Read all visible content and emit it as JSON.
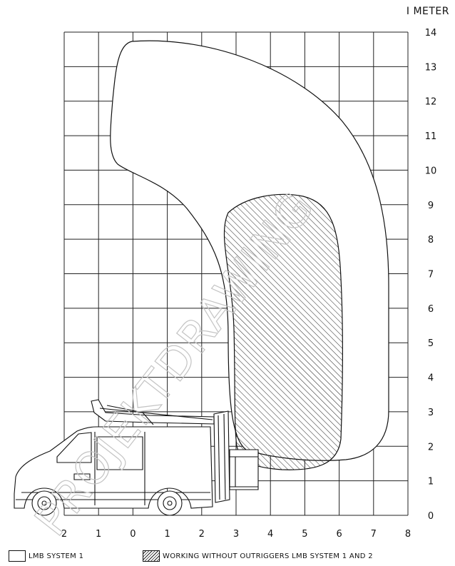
{
  "unit_label": "I METER",
  "x_ticks": [
    "2",
    "1",
    "0",
    "1",
    "2",
    "3",
    "4",
    "5",
    "6",
    "7",
    "8"
  ],
  "y_ticks": [
    "0",
    "1",
    "2",
    "3",
    "4",
    "5",
    "6",
    "7",
    "8",
    "9",
    "10",
    "11",
    "12",
    "13",
    "14"
  ],
  "legend": {
    "outline_label": "LMB SYSTEM 1",
    "hatched_label": "WORKING WITHOUT OUTRIGGERS LMB SYSTEM 1 AND 2"
  },
  "watermark": "PROJEKTDRAWING",
  "colors": {
    "line": "#111111",
    "grid": "#222222",
    "watermark": "#c4c4c4"
  }
}
